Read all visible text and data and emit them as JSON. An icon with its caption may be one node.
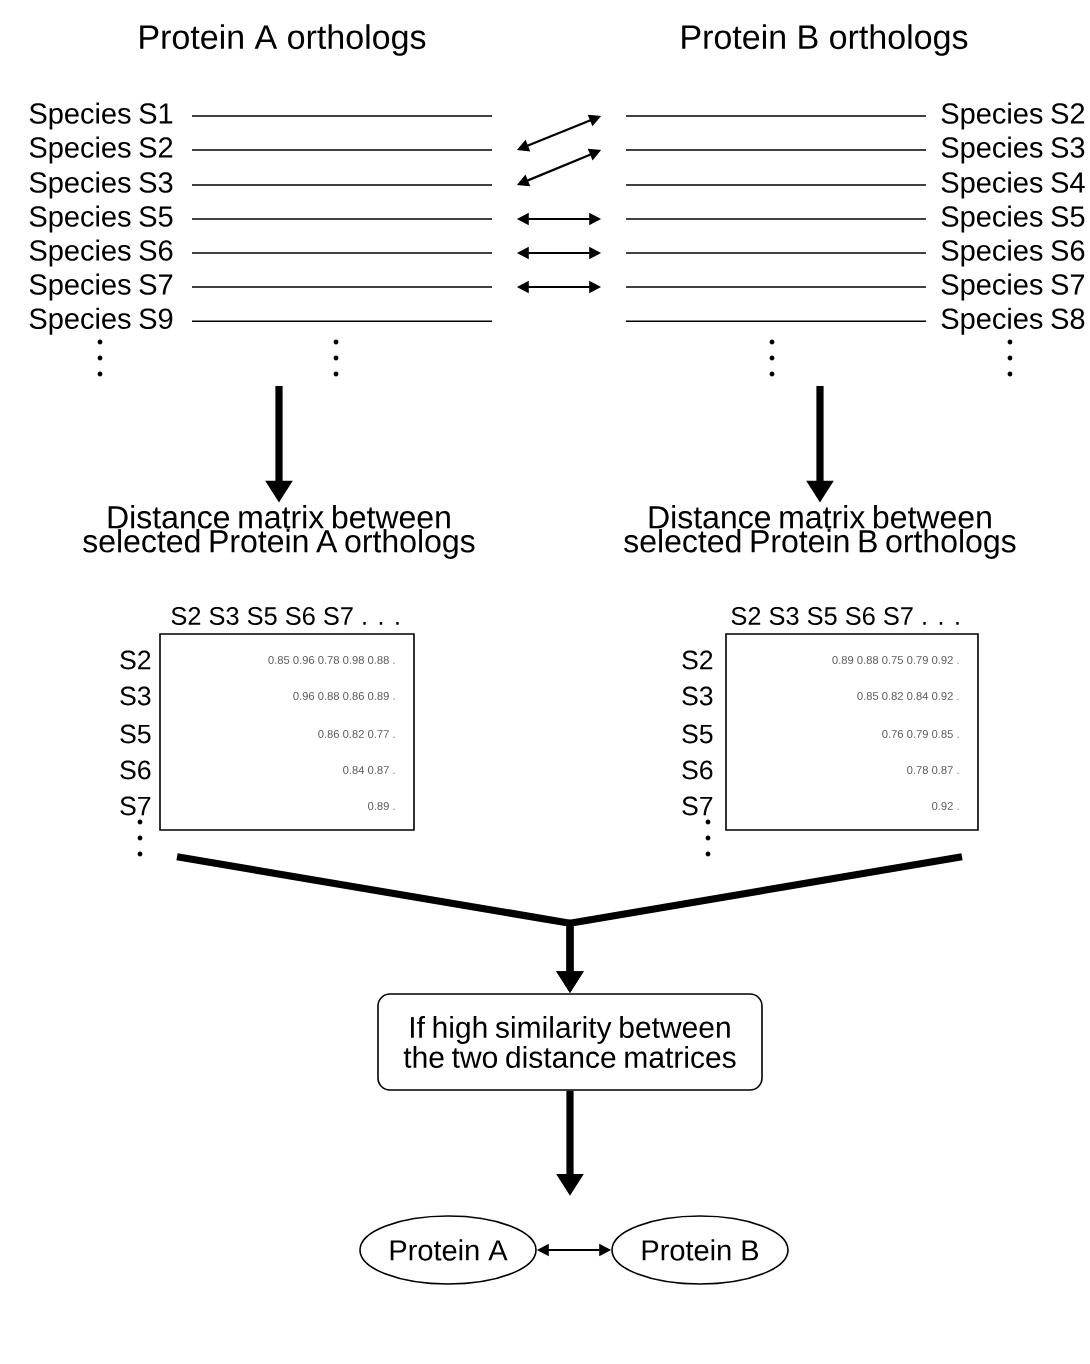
{
  "diagram": {
    "nodes": [
      {
        "text": [
          "Species S1"
        ]
      },
      {
        "text": [
          "Species S2"
        ]
      },
      {
        "text": [
          "Species S3"
        ]
      },
      {
        "text": [
          "Species S5"
        ]
      },
      {
        "text": [
          "Species S6"
        ]
      },
      {
        "text": [
          "Species S7"
        ]
      },
      {
        "text": [
          "Species S9"
        ]
      },
      {
        "text": [
          "Species S2"
        ]
      },
      {
        "text": [
          "Species S3"
        ]
      },
      {
        "text": [
          "Species S4"
        ]
      },
      {
        "text": [
          "Species S5"
        ]
      },
      {
        "text": [
          "Species S6"
        ]
      },
      {
        "text": [
          "Species S7"
        ]
      },
      {
        "text": [
          "Species S8"
        ]
      },
      {
        "text": [
          "Distance matrix between selected Protein A orthologs"
        ]
      },
      {
        "text": [
          "Distance matrix between selected Protein B orthologs"
        ]
      },
      {
        "text": [
          "If high similarity between the two distance matrices"
        ]
      },
      {
        "text": [
          "Protein A"
        ]
      },
      {
        "text": [
          "Protein B"
        ]
      }
    ],
    "edges": [
      {
        "from": 1,
        "to": 7,
        "arrow": "both"
      },
      {
        "from": 2,
        "to": 8,
        "arrow": "both"
      },
      {
        "from": 3,
        "to": 10,
        "arrow": "both"
      },
      {
        "from": 4,
        "to": 11,
        "arrow": "both"
      },
      {
        "from": 5,
        "to": 12,
        "arrow": "both"
      },
      {
        "from": null,
        "to": 14,
        "arrow": "to",
        "style": "thick"
      },
      {
        "from": null,
        "to": 15,
        "arrow": "to",
        "style": "thick"
      },
      {
        "from": 14,
        "to": 16,
        "arrow": "to",
        "style": "thick"
      },
      {
        "from": 15,
        "to": 16,
        "arrow": "to",
        "style": "thick"
      },
      {
        "from": 16,
        "to": null,
        "arrow": "to",
        "style": "thick"
      },
      {
        "from": 17,
        "to": 18,
        "arrow": "both"
      }
    ],
    "labels": [
      "Protein A orthologs",
      "Protein B orthologs",
      "S2 S3 S5 S6 S7 . . .",
      "S2",
      "0.85 0.96 0.78 0.98 0.88 .",
      "S3",
      "0.96 0.88 0.86 0.89 .",
      "S5",
      "0.86 0.82 0.77 .",
      "S6",
      "0.84 0.87 .",
      "S7",
      "0.89 .",
      "S2 S3 S5 S6 S7 . . .",
      "S2",
      "0.89 0.88 0.75 0.79 0.92 .",
      "S3",
      "0.85 0.82 0.84 0.92 .",
      "S5",
      "0.76 0.79 0.85 .",
      "S6",
      "0.78 0.87 .",
      "S7",
      "0.92 ."
    ]
  }
}
